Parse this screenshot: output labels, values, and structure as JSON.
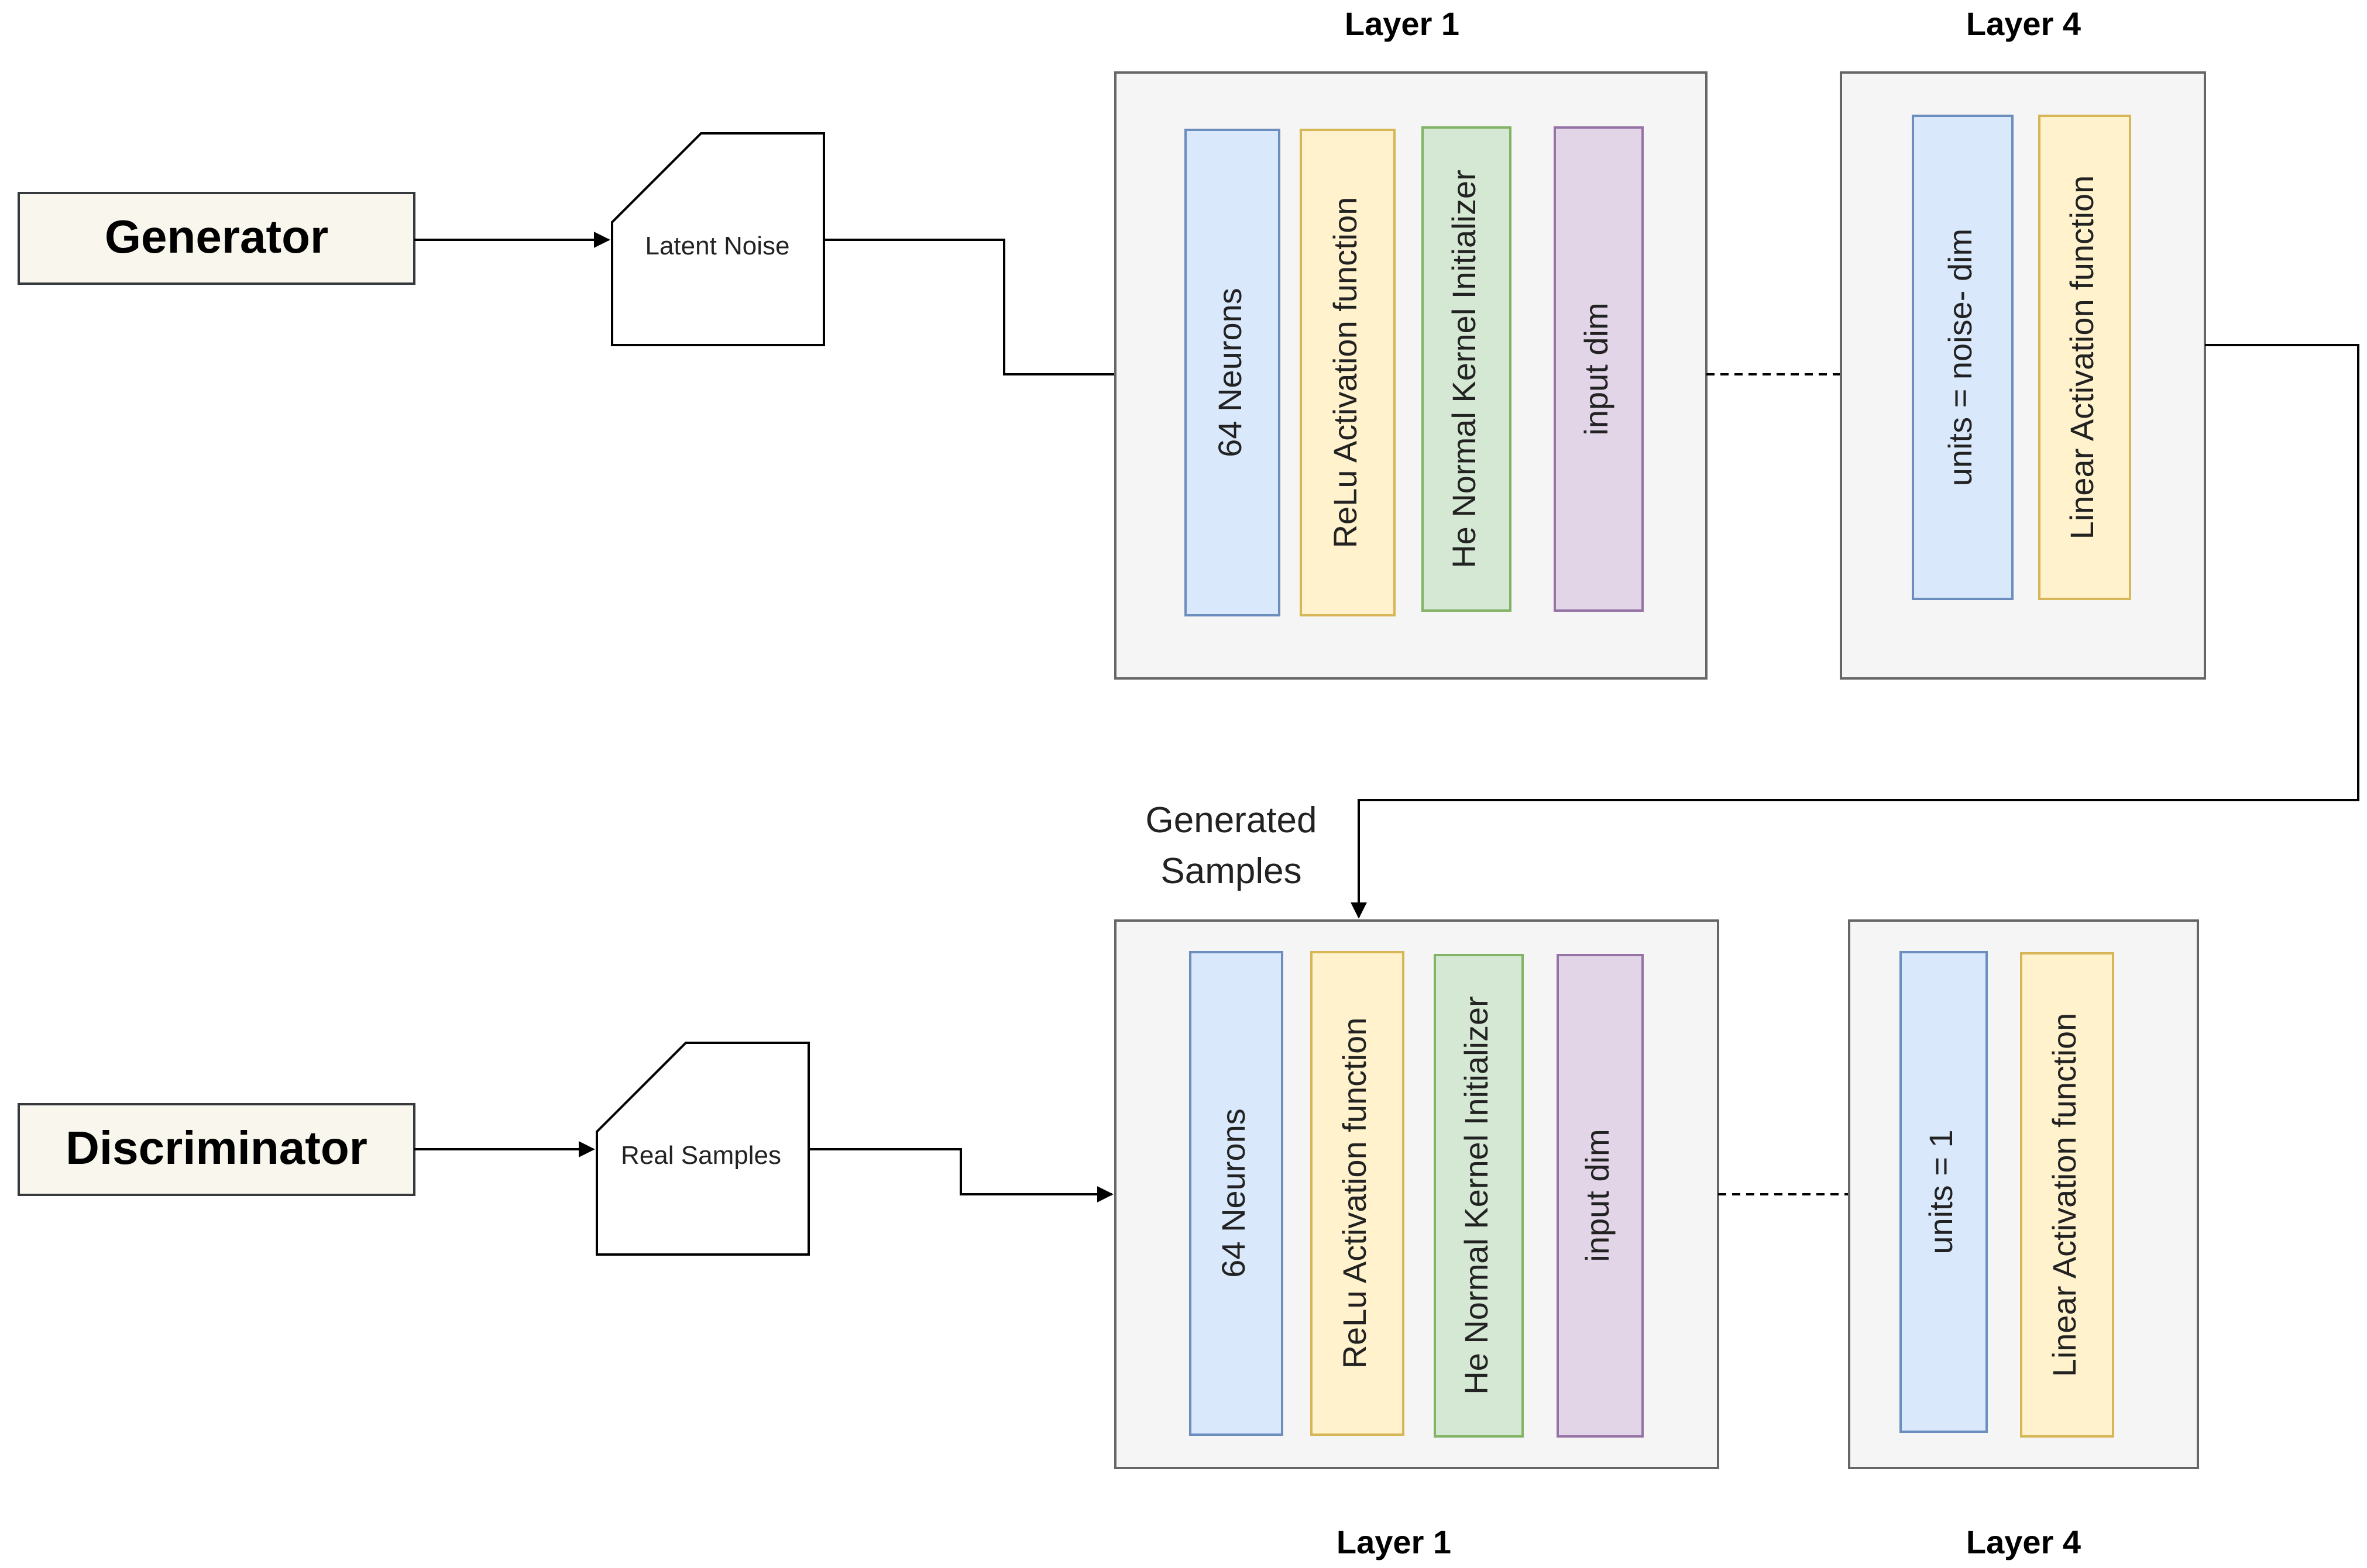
{
  "generator": {
    "title": "Generator",
    "noise_label": "Latent Noise",
    "layer1": {
      "header": "Layer 1",
      "units": [
        "64 Neurons",
        "ReLu Activation function",
        "He Normal Kernel Initializer",
        "input dim"
      ]
    },
    "layer4": {
      "header": "Layer 4",
      "units": [
        "units = noise- dim",
        "Linear Activation function"
      ]
    }
  },
  "connector_label": [
    "Generated",
    "Samples"
  ],
  "discriminator": {
    "title": "Discriminator",
    "real_label": "Real Samples",
    "layer1": {
      "header": "Layer 1",
      "units": [
        "64 Neurons",
        "ReLu Activation function",
        "He Normal Kernel Initializer",
        "input dim"
      ]
    },
    "layer4": {
      "header": "Layer 4",
      "units": [
        "units = 1",
        "Linear Activation function"
      ]
    }
  },
  "colors": {
    "title_box_fill": "#f9f7ed",
    "layer_box_fill": "#f5f5f5",
    "blue_fill": "#dae8fc",
    "blue_stroke": "#6c8ebf",
    "yellow_fill": "#fff2cc",
    "yellow_stroke": "#d6b656",
    "green_fill": "#d5e8d4",
    "green_stroke": "#82b366",
    "purple_fill": "#e1d5e7",
    "purple_stroke": "#9673a6"
  }
}
